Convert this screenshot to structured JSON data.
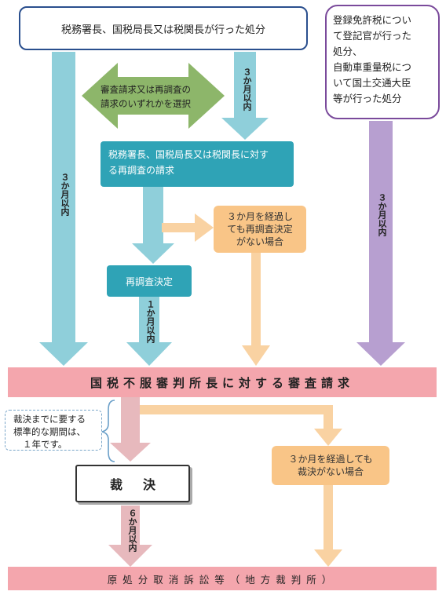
{
  "boxes": {
    "top": "税務署長、国税局長又は税関長が行った処分",
    "purple": [
      "登録免許税につい",
      "て登記官が行った",
      "処分、",
      "自動車重量税につ",
      "いて国土交通大臣",
      "等が行った処分"
    ],
    "choice": [
      "審査請求又は再調査の",
      "請求のいずれかを選択"
    ],
    "reinvestigation_request": [
      "税務署長、国税局長又は税関長に対す",
      "る再調査の請求"
    ],
    "reinvestigation_decision": "再調査決定",
    "no_reinvestigation_decision": [
      "３か月を経過し",
      "ても再調査決定",
      "がない場合"
    ],
    "tribunal_request": "国税不服審判所長に対する審査請求",
    "standard_period_note": [
      "裁決までに要する",
      "標準的な期間は、",
      "１年です。"
    ],
    "ruling": "裁決",
    "no_ruling": [
      "３か月を経過しても",
      "裁決がない場合"
    ],
    "lawsuit": "原処分取消訴訟等（地方裁判所）"
  },
  "periods": {
    "left_long": "３か月以内",
    "top_middle": "３か月以内",
    "right_purple": "３か月以内",
    "after_reinvestigation": "１か月以内",
    "after_ruling": "６か月以内"
  },
  "colors": {
    "teal": "#2fa3b6",
    "teal_arrow": "#8fcfda",
    "green": "#8db66a",
    "purple_arrow": "#b79fd0",
    "orange": "#f9c587",
    "orange_arrow": "#f9d2a2",
    "pink_bar": "#f4a6ad",
    "pink_arrow": "#e7b9bd"
  }
}
